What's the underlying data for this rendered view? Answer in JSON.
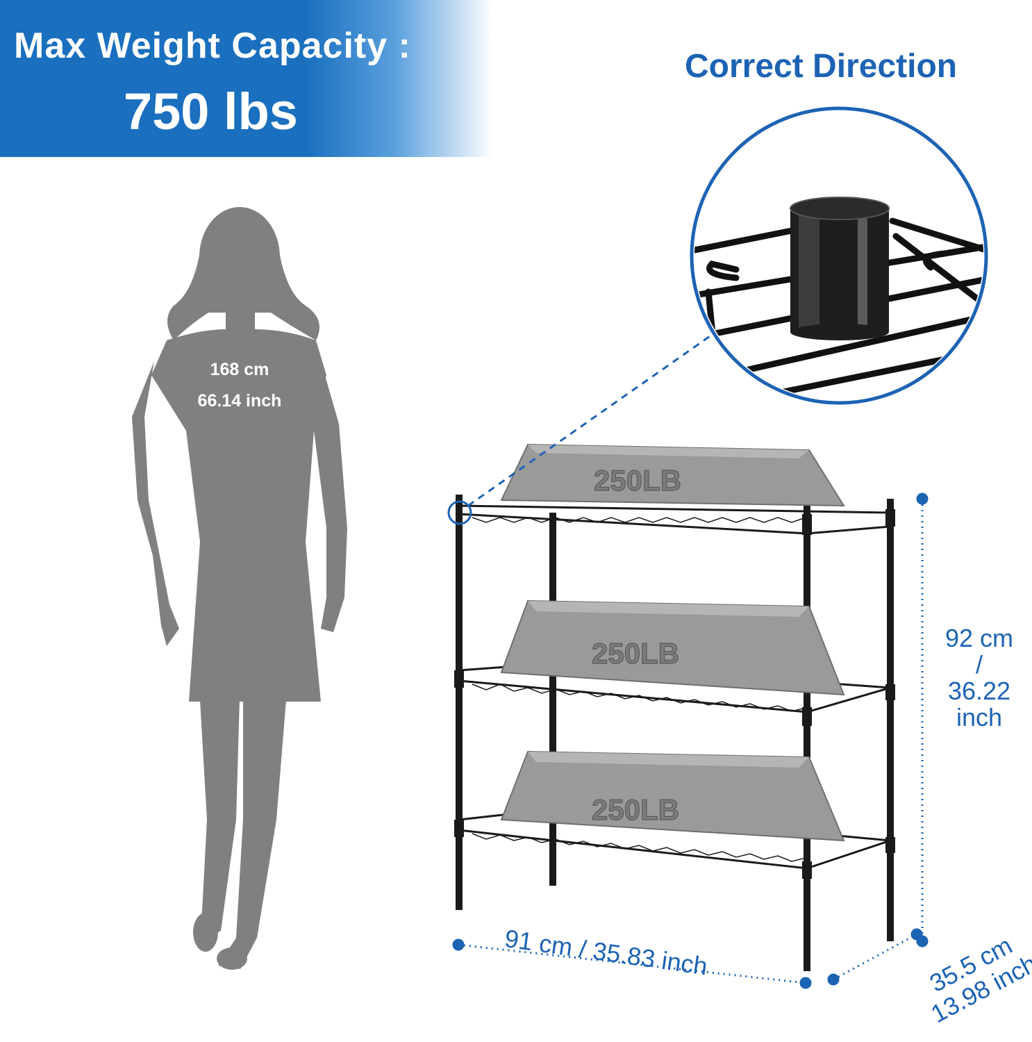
{
  "banner": {
    "line1": "Max Weight Capacity :",
    "line2": "750 lbs"
  },
  "heading_right": "Correct Direction",
  "figure": {
    "height_cm": "168 cm",
    "height_inch": "66.14 inch"
  },
  "weights": {
    "label": "250LB"
  },
  "dimensions": {
    "height_cm": "92 cm",
    "height_sep": "/",
    "height_inch": "36.22",
    "height_unit": "inch",
    "width": "91 cm / 35.83 inch",
    "depth_cm": "35.5 cm",
    "depth_inch": "13.98 inch"
  },
  "colors": {
    "accent_blue": "#1d63b4",
    "banner_blue": "#1a6fbf",
    "silhouette": "#808080",
    "shelf_black": "#1a1a1a",
    "weight_gray": "#9a9a9a"
  }
}
